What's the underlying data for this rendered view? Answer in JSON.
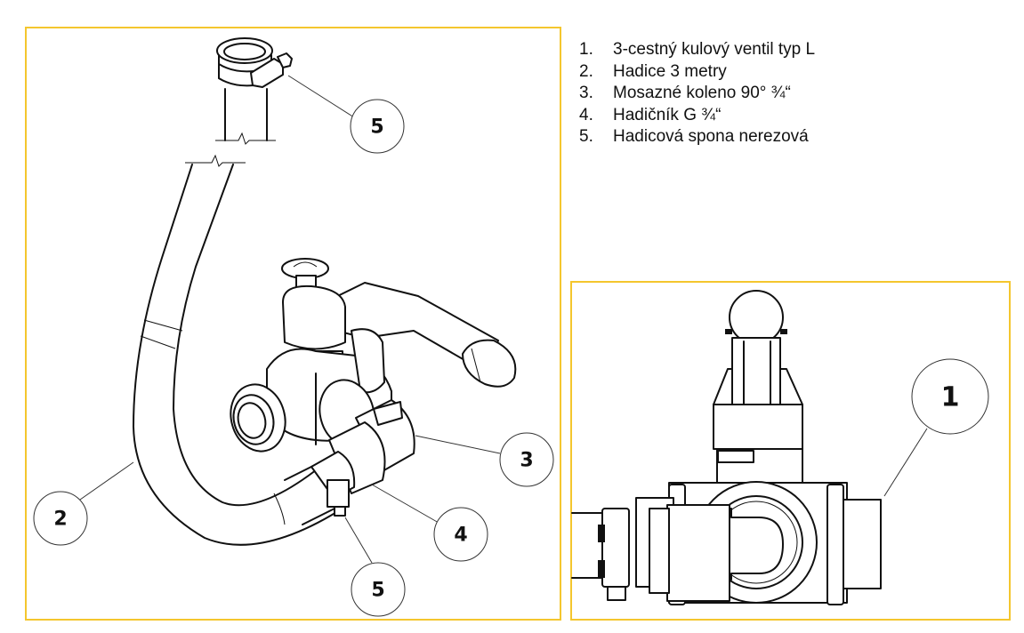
{
  "legend": {
    "items": [
      {
        "number": "1.",
        "label": "3-cestný kulový ventil typ L"
      },
      {
        "number": "2.",
        "label": "Hadice 3 metry"
      },
      {
        "number": "3.",
        "label": "Mosazné koleno 90° ¾“"
      },
      {
        "number": "4.",
        "label": "Hadičník G ¾“"
      },
      {
        "number": "5.",
        "label": "Hadicová spona nerezová"
      }
    ]
  },
  "callouts": {
    "left_view": [
      "5",
      "2",
      "3",
      "4",
      "5"
    ],
    "right_view": [
      "1"
    ]
  },
  "colors": {
    "frame": "#F4C62E",
    "line": "#111111"
  }
}
